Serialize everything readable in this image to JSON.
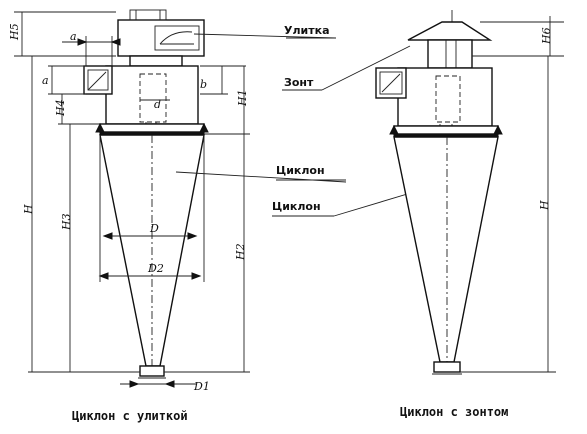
{
  "labels": {
    "ulitka": "Улитка",
    "zont": "Зонт",
    "tsiklon_1": "Циклон",
    "tsiklon_2": "Циклон"
  },
  "dimensions": {
    "H5": "H5",
    "H6": "H6",
    "a_top": "a",
    "a_side": "a",
    "H4": "H4",
    "b": "b",
    "d_small": "d",
    "H1": "H1",
    "H3": "H3",
    "H_left": "H",
    "D": "D",
    "D2": "D2",
    "H2": "H2",
    "D1": "D1",
    "H_right": "H"
  },
  "captions": {
    "left": "Циклон с улиткой",
    "right": "Циклон с зонтом"
  }
}
